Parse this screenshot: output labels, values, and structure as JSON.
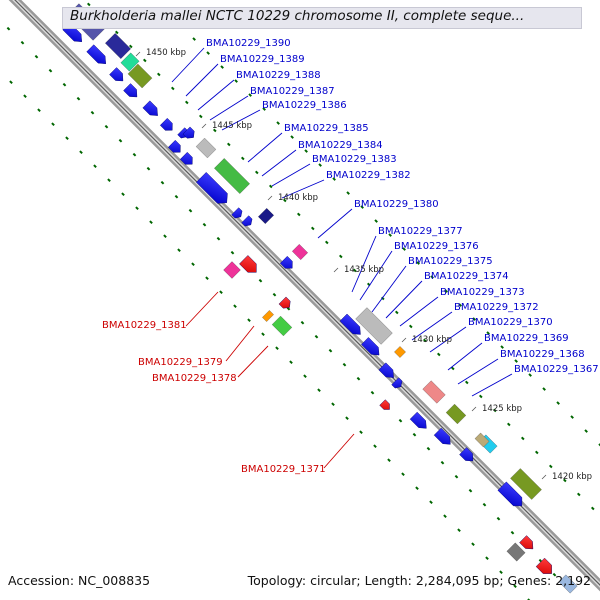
{
  "header": {
    "title": "Burkholderia mallei NCTC 10229 chromosome II, complete seque..."
  },
  "footer": {
    "accession": "Accession: NC_008835",
    "summary": "Topology: circular; Length: 2,284,095 bp; Genes: 2,192"
  },
  "kbp_labels": [
    "1450 kbp",
    "1445 kbp",
    "1440 kbp",
    "1435 kbp",
    "1430 kbp",
    "1425 kbp",
    "1420 kbp"
  ],
  "gene_labels_forward": [
    "BMA10229_1390",
    "BMA10229_1389",
    "BMA10229_1388",
    "BMA10229_1387",
    "BMA10229_1386",
    "BMA10229_1385",
    "BMA10229_1384",
    "BMA10229_1383",
    "BMA10229_1382",
    "BMA10229_1380",
    "BMA10229_1377",
    "BMA10229_1376",
    "BMA10229_1375",
    "BMA10229_1374",
    "BMA10229_1373",
    "BMA10229_1372",
    "BMA10229_1370",
    "BMA10229_1369",
    "BMA10229_1368",
    "BMA10229_1367"
  ],
  "gene_labels_reverse": [
    "BMA10229_1381",
    "BMA10229_1379",
    "BMA10229_1378",
    "BMA10229_1371"
  ],
  "colors": {
    "forward_label": "#0000cc",
    "reverse_label": "#cc0000",
    "cds_blue": "#0000ee",
    "cds_red": "#ee0000",
    "tick_green": "#006600"
  }
}
